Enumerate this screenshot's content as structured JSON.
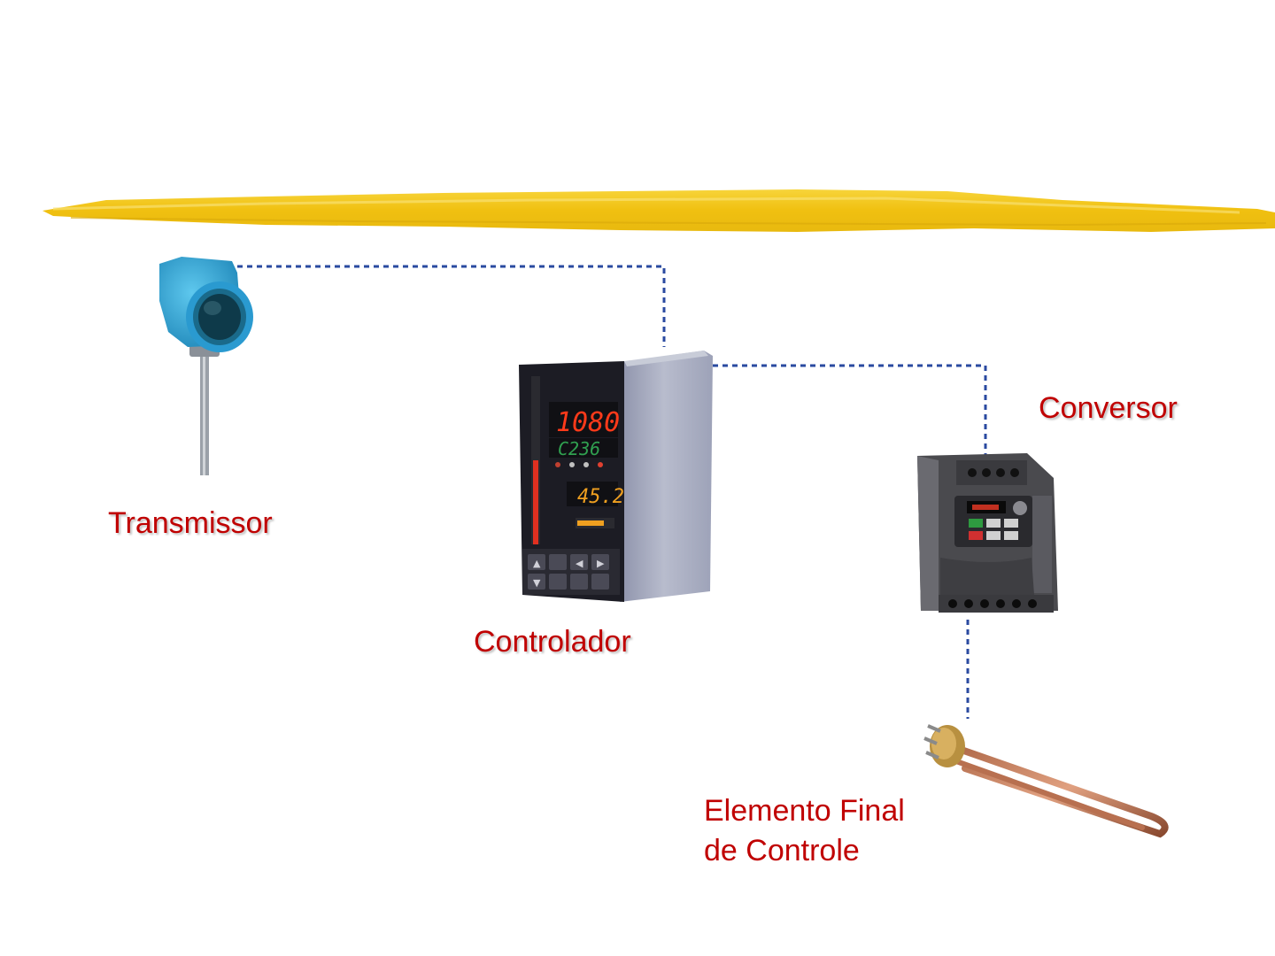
{
  "labels": {
    "transmitter": "Transmissor",
    "controller": "Controlador",
    "converter": "Conversor",
    "final_element_line1": "Elemento Final",
    "final_element_line2": "de Controle"
  },
  "controller_display": {
    "pv": "1080",
    "sv": "C236",
    "output": "45.2"
  },
  "colors": {
    "label": "#c00000",
    "connector": "#2a4aa0",
    "highlight_bar": "#f2c417"
  }
}
